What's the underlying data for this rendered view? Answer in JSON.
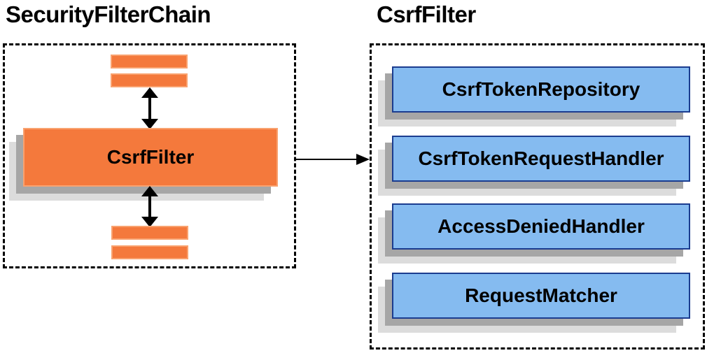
{
  "diagram": {
    "left_panel": {
      "title": "SecurityFilterChain",
      "filter_label": "CsrfFilter"
    },
    "right_panel": {
      "title": "CsrfFilter",
      "components": [
        {
          "label": "CsrfTokenRepository"
        },
        {
          "label": "CsrfTokenRequestHandler"
        },
        {
          "label": "AccessDeniedHandler"
        },
        {
          "label": "RequestMatcher"
        }
      ]
    }
  },
  "colors": {
    "filter_orange": "#F4793C",
    "orange_border": "#F9A26F",
    "component_blue": "#85BBF0",
    "blue_border": "#1B3C8F",
    "shadow_dark": "#A6A6A6",
    "shadow_light": "#DCDCDC",
    "arrow_black": "#000000",
    "background": "#FFFFFF"
  }
}
